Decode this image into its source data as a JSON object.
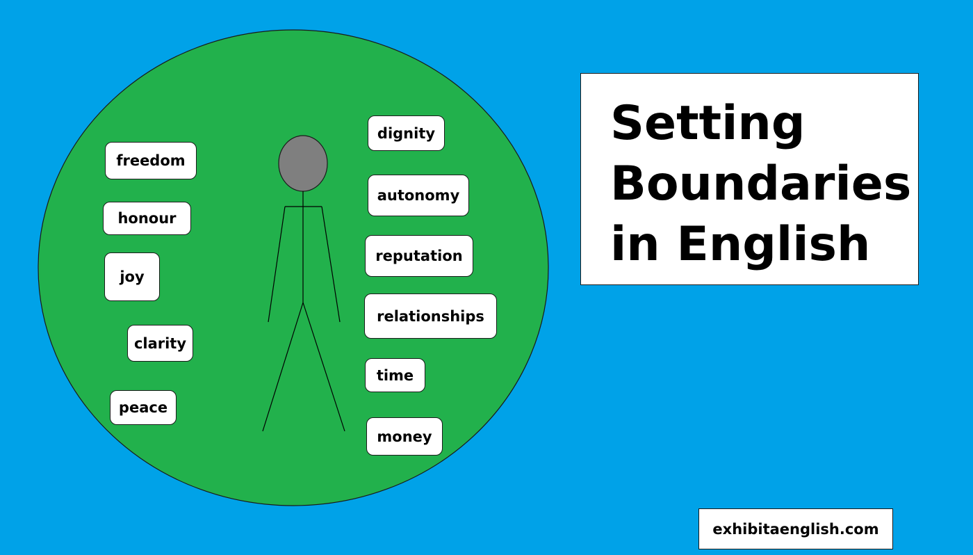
{
  "title_lines": [
    "Setting",
    "Boundaries",
    "in English"
  ],
  "website": "exhibitaenglish.com",
  "left_words": [
    "freedom",
    "honour",
    "joy",
    "clarity",
    "peace"
  ],
  "right_words": [
    "dignity",
    "autonomy",
    "reputation",
    "relationships",
    "time",
    "money"
  ],
  "colors": {
    "background": "#00a2e8",
    "circle": "#22b14c",
    "head": "#7f7f7f",
    "box": "#ffffff"
  }
}
